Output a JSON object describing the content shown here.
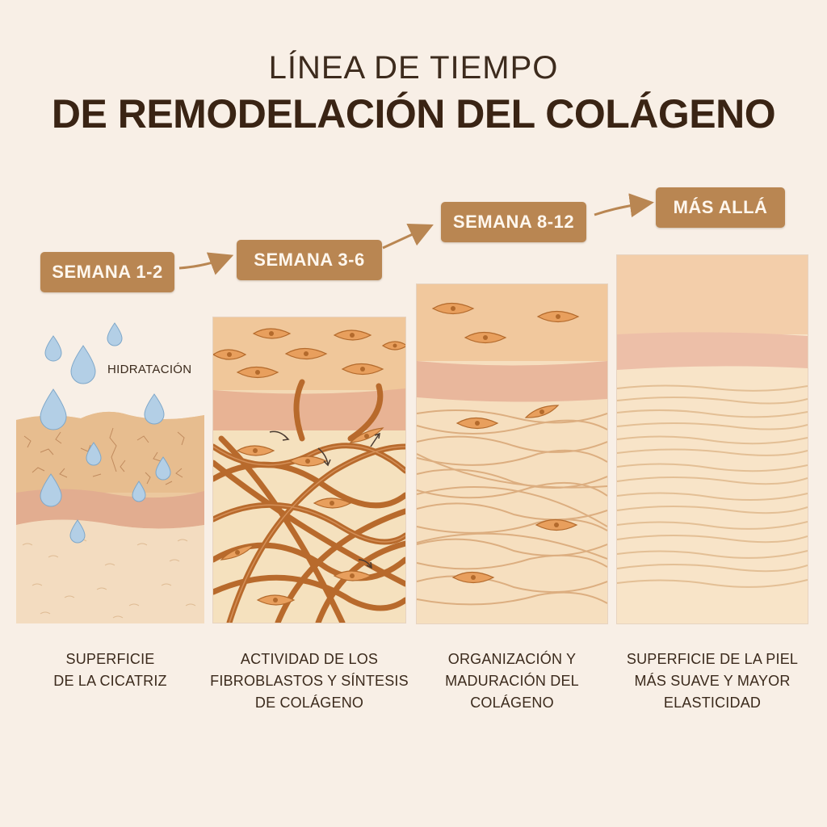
{
  "title": {
    "line1": "LÍNEA DE TIEMPO",
    "line2": "DE REMODELACIÓN DEL COLÁGENO"
  },
  "stages": [
    {
      "badge": "SEMANA 1-2",
      "caption": [
        "SUPERFICIE",
        "DE LA CICATRIZ"
      ]
    },
    {
      "badge": "SEMANA 3-6",
      "caption": [
        "ACTIVIDAD DE LOS",
        "FIBROBLASTOS Y SÍNTESIS",
        "DE COLÁGENO"
      ]
    },
    {
      "badge": "SEMANA 8-12",
      "caption": [
        "ORGANIZACIÓN Y",
        "MADURACIÓN DEL",
        "COLÁGENO"
      ]
    },
    {
      "badge": "MÁS ALLÁ",
      "caption": [
        "SUPERFICIE DE LA PIEL",
        "MÁS SUAVE Y MAYOR",
        "ELASTICIDAD"
      ]
    }
  ],
  "hydration_label": "HIDRATACIÓN",
  "colors": {
    "background": "#f8efe6",
    "badge": "#b98652",
    "fiber": "#b86a2c",
    "fibroblast": "#e8a061",
    "droplet": "#a9c8e2",
    "skin_pink": "#e9b7a0"
  }
}
